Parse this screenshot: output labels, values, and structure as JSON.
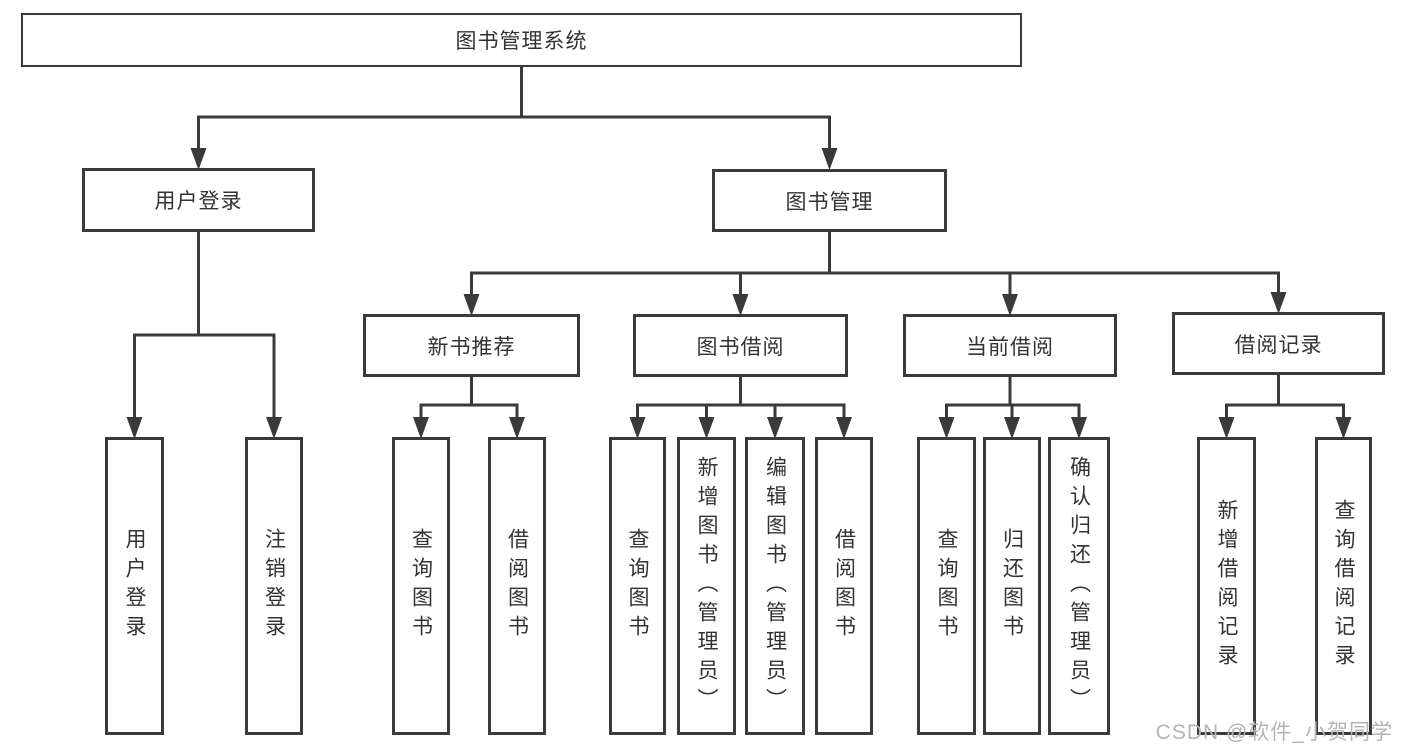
{
  "nodes": {
    "root": "图书管理系统",
    "user_login": "用户登录",
    "book_mgmt": "图书管理",
    "new_book_rec": "新书推荐",
    "book_borrow": "图书借阅",
    "current_borrow": "当前借阅",
    "borrow_records": "借阅记录",
    "leaf_user_login": "用户登录",
    "leaf_logout": "注销登录",
    "leaf_query_books_rec": "查询图书",
    "leaf_borrow_books_rec": "借阅图书",
    "leaf_query_books_borrow": "查询图书",
    "leaf_add_books": "新增图书（管理员）",
    "leaf_edit_books": "编辑图书（管理员）",
    "leaf_borrow_books": "借阅图书",
    "leaf_query_books_current": "查询图书",
    "leaf_return_books": "归还图书",
    "leaf_confirm_return": "确认归还（管理员）",
    "leaf_add_borrow_record": "新增借阅记录",
    "leaf_query_borrow_record": "查询借阅记录"
  },
  "watermark": {
    "text": "CSDN @软件_小贺同学"
  },
  "colors": {
    "line": "#3a3a3a",
    "text": "#333333",
    "watermark": "#b4b4b4",
    "background": "#ffffff"
  }
}
